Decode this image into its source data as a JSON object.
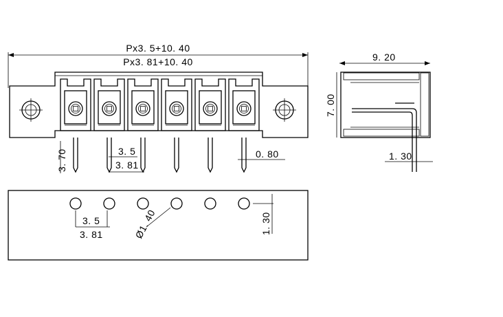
{
  "front_view": {
    "overall_dim_1": "Px3. 5+10. 40",
    "overall_dim_2": "Px3. 81+10. 40",
    "pin_length": "3. 70",
    "pitch_a": "3. 5",
    "pitch_b": "3. 81",
    "pin_width": "0. 80",
    "positions": 6
  },
  "side_view": {
    "depth": "9. 20",
    "height": "7. 00",
    "pin_offset": "1. 30"
  },
  "pcb_layout": {
    "pitch_a": "3. 5",
    "pitch_b": "3. 81",
    "hole_diameter": "Ø1. 40",
    "row_offset": "1. 30",
    "holes": 6
  }
}
